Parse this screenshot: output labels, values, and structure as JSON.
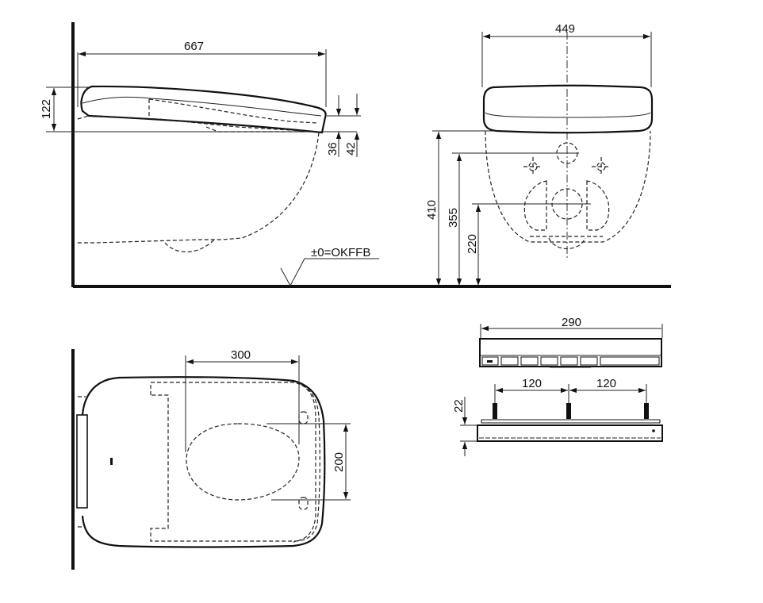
{
  "drawing": {
    "type": "technical dimension drawing",
    "subject": "wall-hung toilet with shower seat and remote control"
  },
  "side_view": {
    "length": "667",
    "seat_height": "122",
    "front_gap_1": "36",
    "front_gap_2": "42",
    "floor_reference": "±0=OKFFB"
  },
  "front_view": {
    "width": "449",
    "height_total": "410",
    "height_inlet": "355",
    "height_outlet": "220"
  },
  "top_view": {
    "depth_to_fixing": "300",
    "fixing_spacing": "200"
  },
  "remote_control": {
    "width": "290",
    "bracket_spacing_left": "120",
    "bracket_spacing_right": "120",
    "thickness": "22",
    "button_count": 7
  }
}
